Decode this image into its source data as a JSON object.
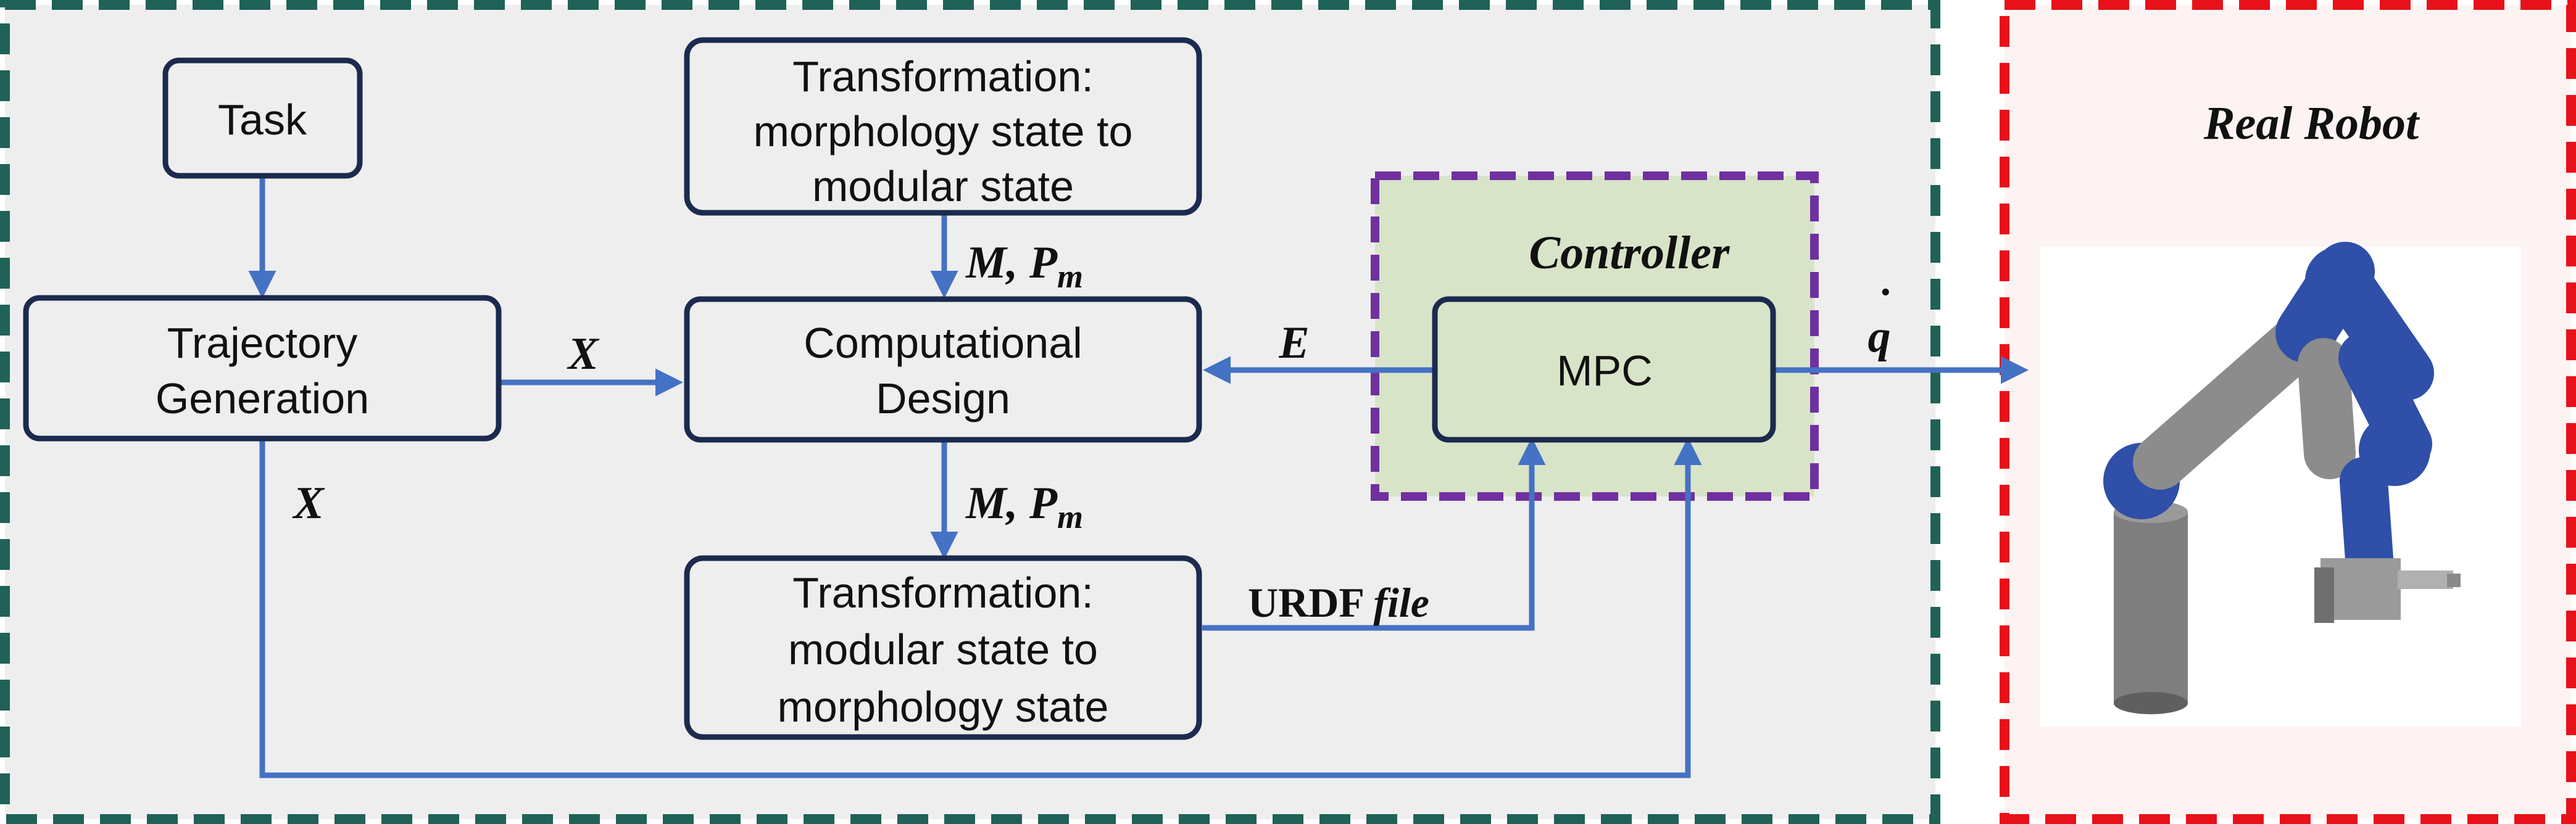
{
  "colors": {
    "system_panel_bg": "#eeeeee",
    "system_panel_border": "#1f6257",
    "robot_panel_bg": "#fdf3f3",
    "robot_panel_border": "#e8111a",
    "controller_bg": "#d8e4c8",
    "controller_border": "#7030a0",
    "node_border": "#1b2a4e",
    "arrow": "#4472c4",
    "robot_blue": "#2f4fa8",
    "robot_gray": "#8c8c8c"
  },
  "nodes": {
    "task": {
      "label": "Task"
    },
    "trajectory": {
      "line1": "Trajectory",
      "line2": "Generation"
    },
    "transform_top": {
      "line1": "Transformation:",
      "line2": "morphology state to",
      "line3": "modular state"
    },
    "computational": {
      "line1": "Computational",
      "line2": "Design"
    },
    "transform_bottom": {
      "line1": "Transformation:",
      "line2": "modular state to",
      "line3": "morphology state"
    },
    "mpc": {
      "label": "MPC"
    }
  },
  "controller": {
    "title": "Controller"
  },
  "robot_panel": {
    "title": "Real Robot",
    "image_icon": "robot-arm-icon"
  },
  "edge_labels": {
    "x_right": "X",
    "x_down": "X",
    "m_top": "M, ",
    "p_top": "P",
    "p_top_sub": "m",
    "m_bottom": "M, ",
    "p_bottom": "P",
    "p_bottom_sub": "m",
    "e": "E",
    "qdot": "q",
    "qdot_accent": "˙",
    "urdf": "URDF ",
    "urdf_file": "file"
  }
}
